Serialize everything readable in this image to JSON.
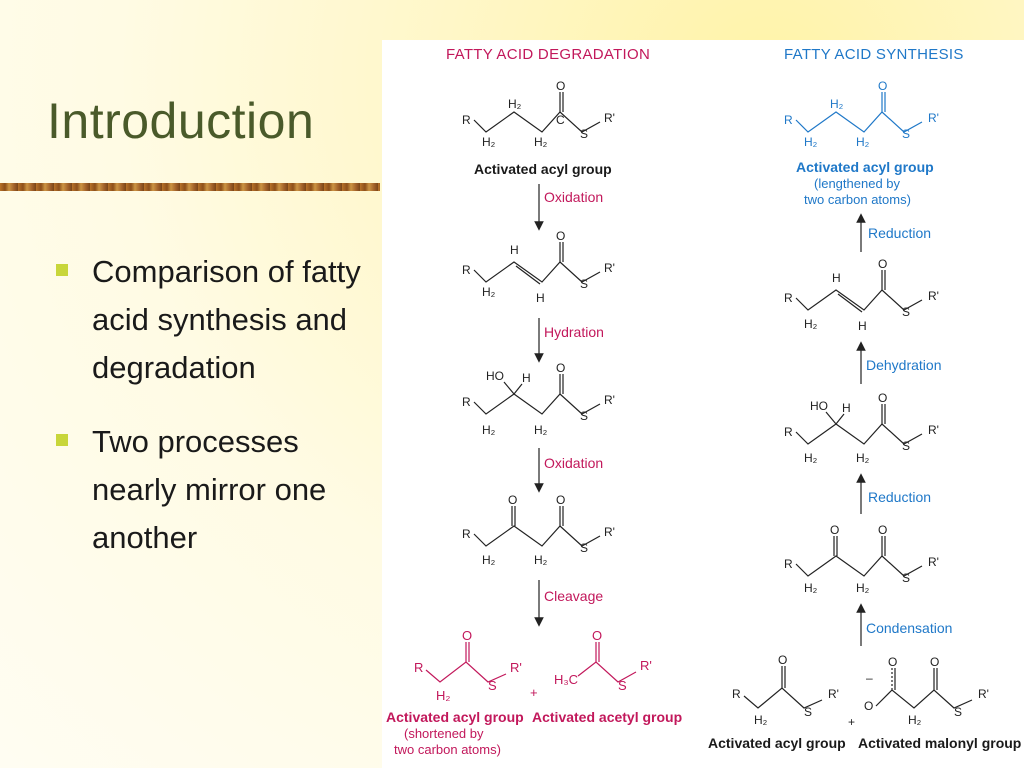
{
  "slide": {
    "title": "Introduction",
    "bullets": [
      "Comparison of fatty acid synthesis and degradation",
      "Two processes nearly mirror one another"
    ]
  },
  "diagram": {
    "degradation_header": "FATTY ACID DEGRADATION",
    "synthesis_header": "FATTY ACID SYNTHESIS",
    "degradation_steps": [
      "Oxidation",
      "Hydration",
      "Oxidation",
      "Cleavage"
    ],
    "synthesis_steps": [
      "Reduction",
      "Dehydration",
      "Reduction",
      "Condensation"
    ],
    "deg_top_label": "Activated acyl group",
    "syn_top_label": "Activated acyl group",
    "syn_top_sub1": "(lengthened by",
    "syn_top_sub2": "two carbon atoms)",
    "deg_bottom_left_label": "Activated acyl group",
    "deg_bottom_left_sub1": "(shortened by",
    "deg_bottom_left_sub2": "two carbon atoms)",
    "deg_bottom_right_label": "Activated acetyl group",
    "syn_bottom_left_label": "Activated acyl group",
    "syn_bottom_right_label": "Activated malonyl group",
    "plus": "+",
    "atoms": {
      "R": "R",
      "Rp": "R'",
      "C": "C",
      "H2": "H₂",
      "H": "H",
      "O": "O",
      "S": "S",
      "HO": "HO",
      "H3C": "H₃C",
      "minus": "–"
    }
  },
  "colors": {
    "title": "#4a5a2a",
    "bullet_marker": "#c8d63a",
    "degradation": "#c2185b",
    "synthesis": "#1f78c8"
  }
}
